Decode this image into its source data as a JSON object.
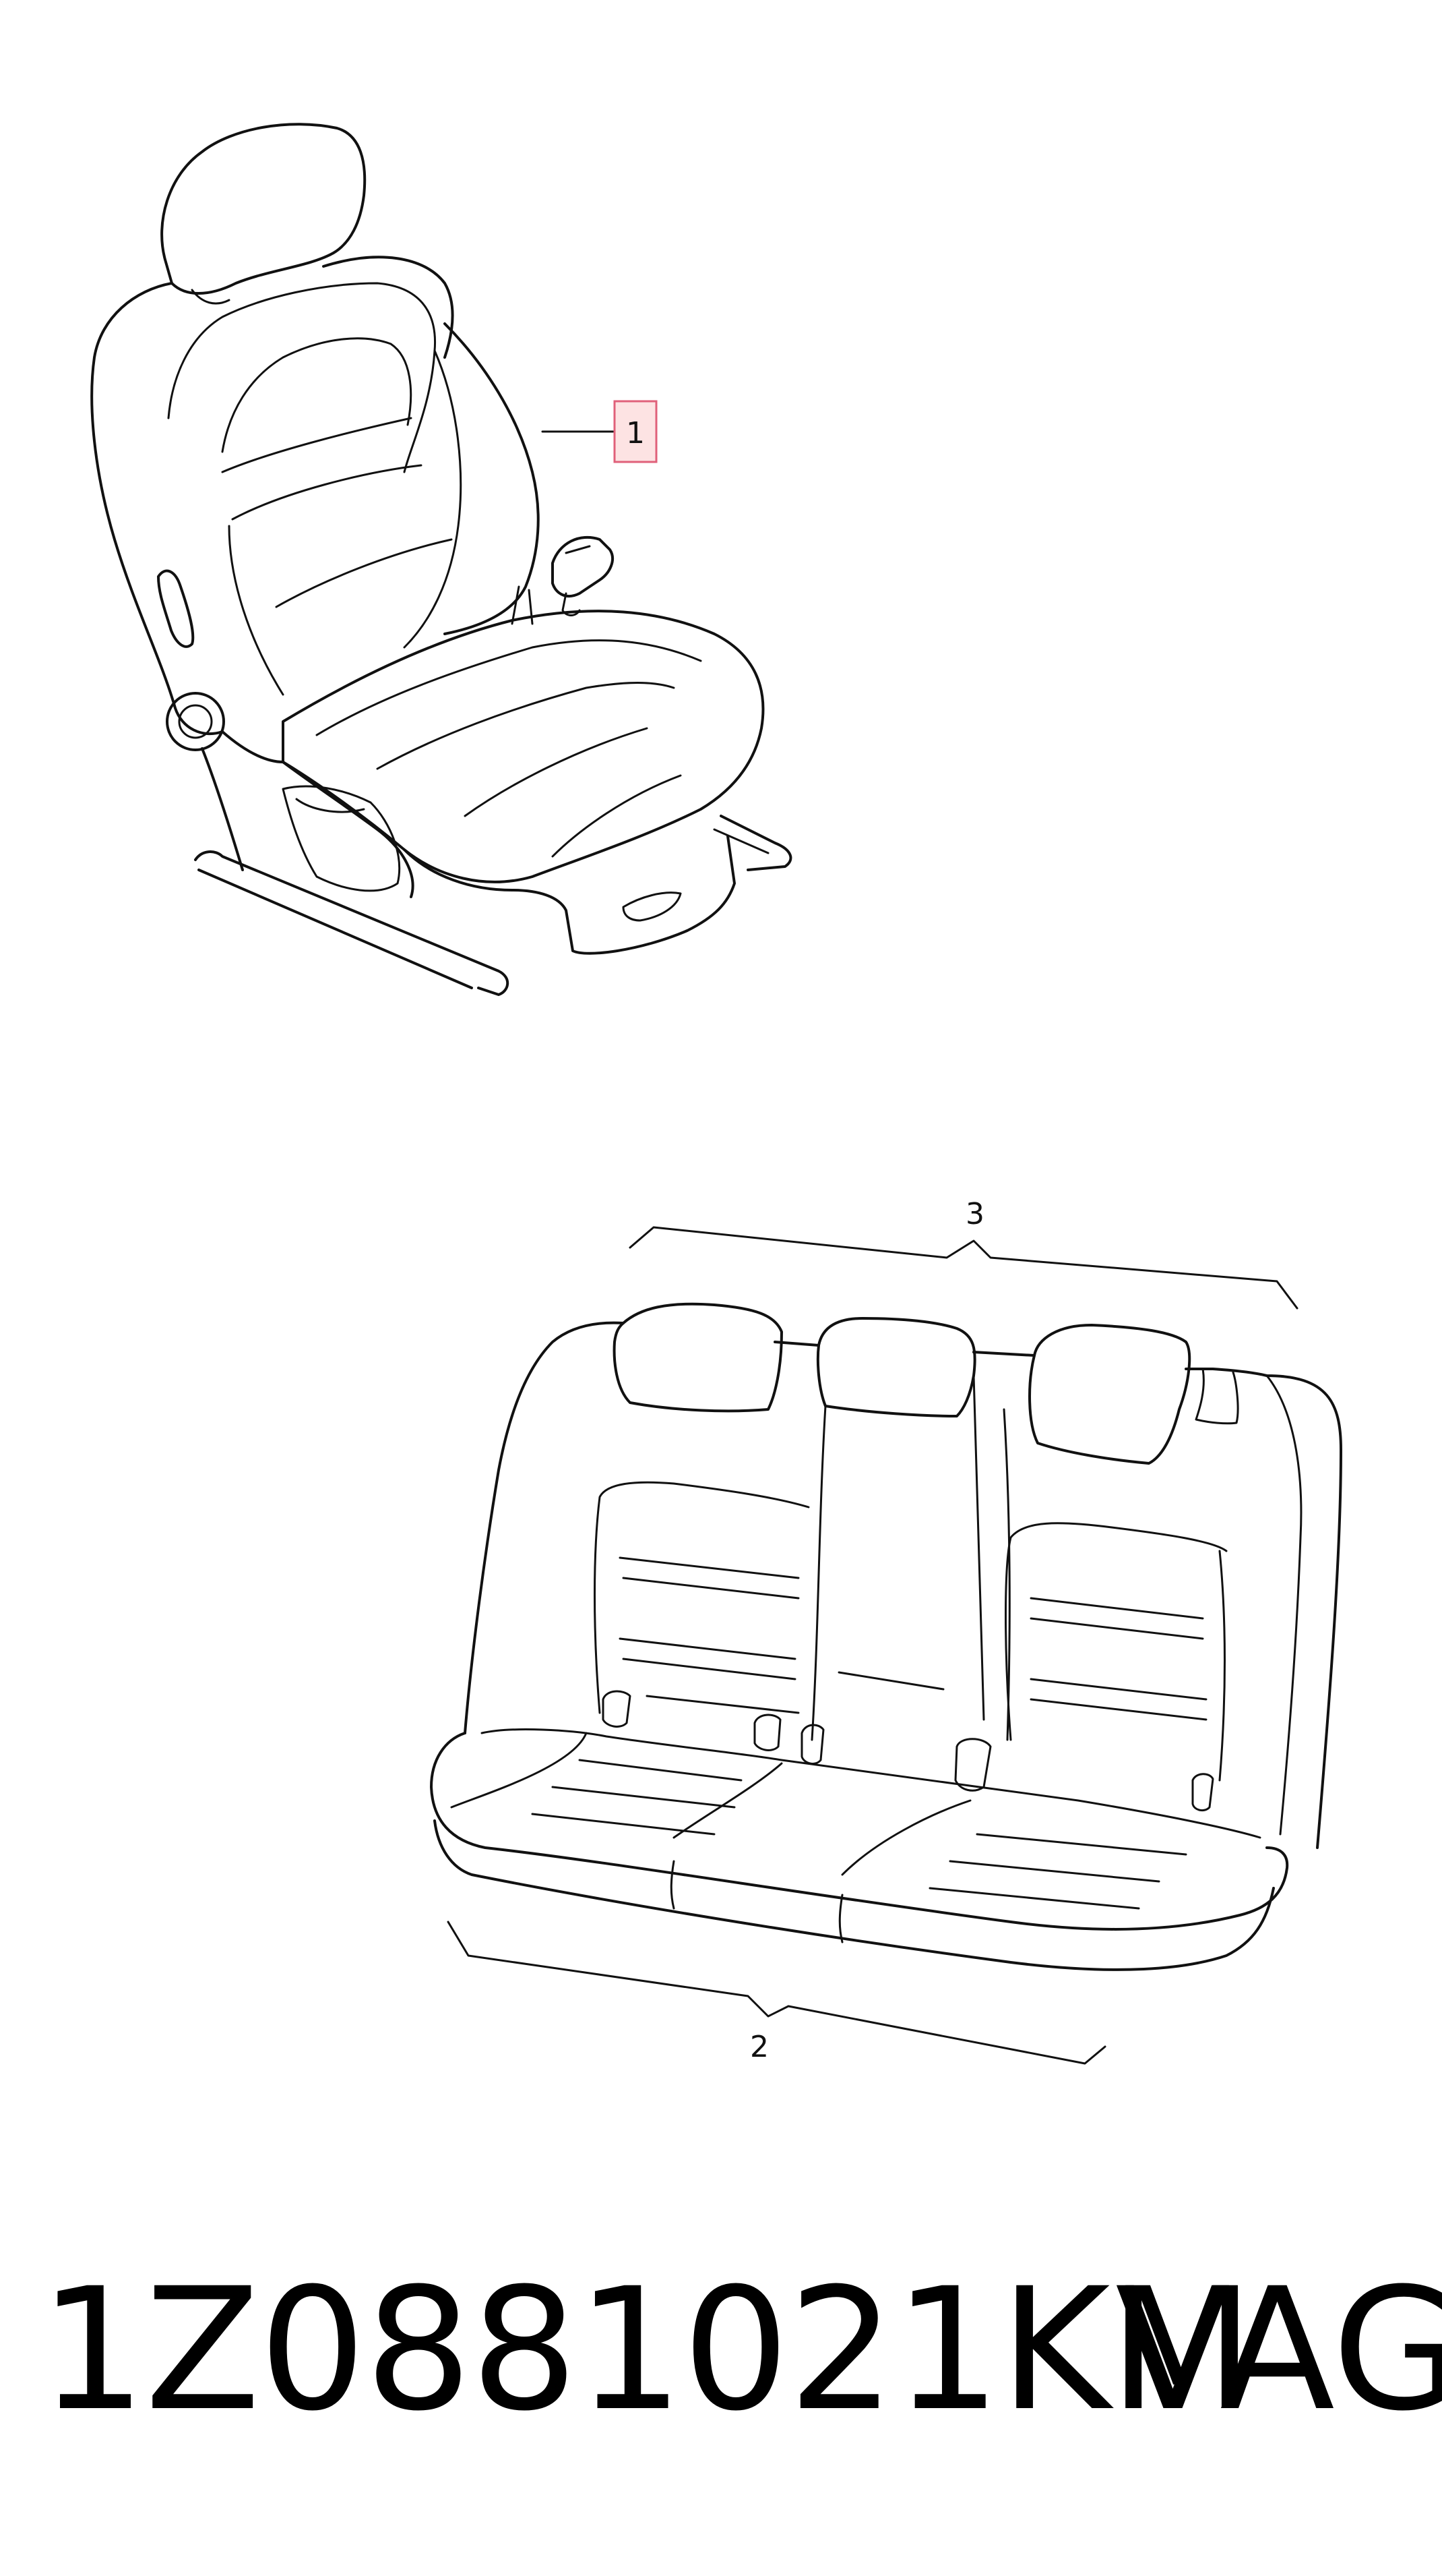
{
  "callouts": {
    "front_seat": "1",
    "rear_seat_cushion": "2",
    "rear_seat_backrest": "3"
  },
  "footer": {
    "part_number": "1Z0881021KM",
    "manufacturer": "VAG"
  },
  "colors": {
    "line": "#111111",
    "highlight_fill": "#fde3e3",
    "highlight_stroke": "#e0607a",
    "background": "#ffffff"
  }
}
